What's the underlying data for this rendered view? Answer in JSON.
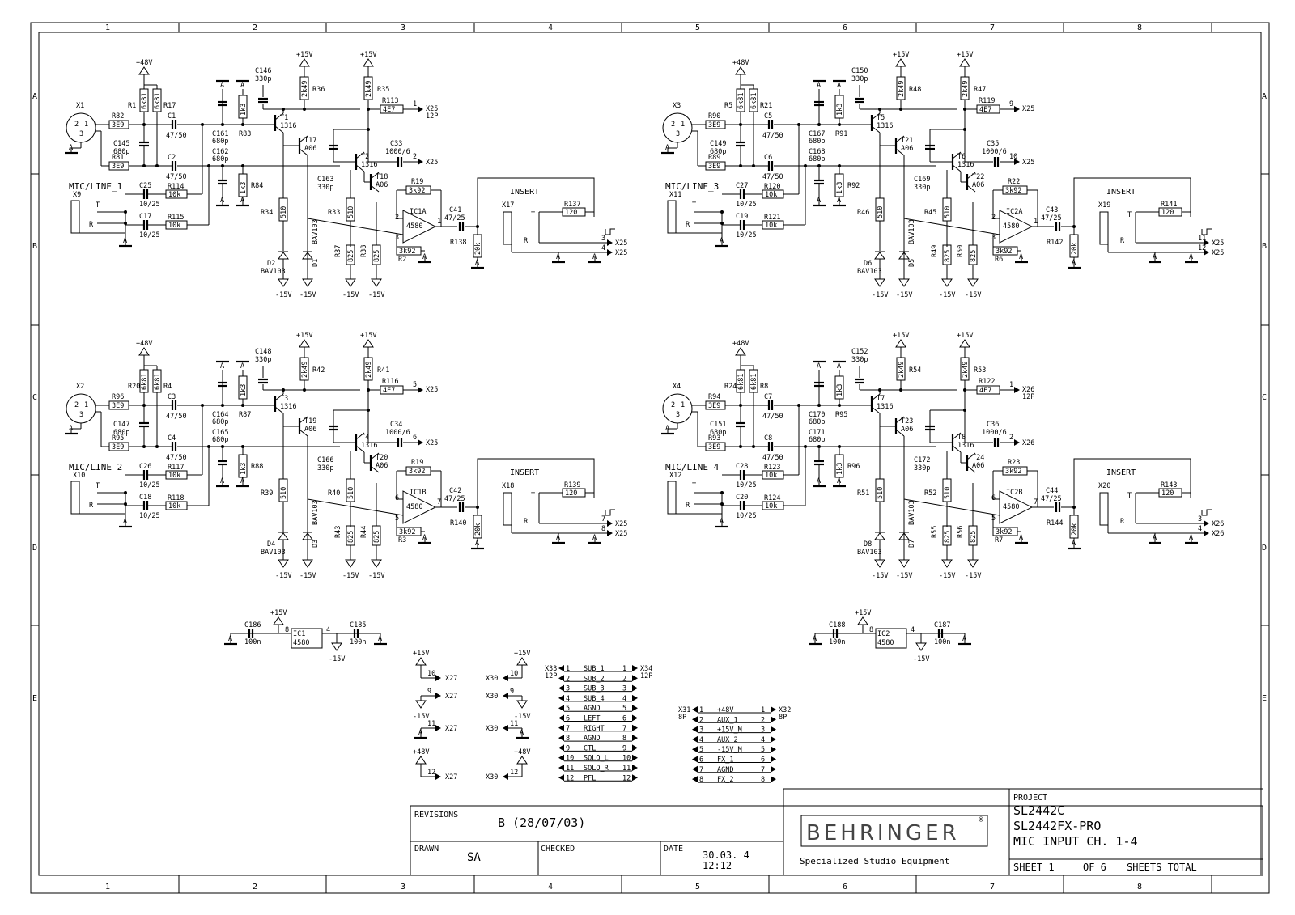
{
  "frame": {
    "cols": [
      "1",
      "2",
      "3",
      "4",
      "5",
      "6",
      "7",
      "8"
    ],
    "rows": [
      "A",
      "B",
      "C",
      "D",
      "E"
    ]
  },
  "channels": [
    {
      "label": "MIC/LINE_1",
      "xlr": "X1",
      "jack": "X9",
      "ins_jack": "X17",
      "out_con": "X25",
      "out_pin": "1",
      "out_pins": "12P",
      "gain_pin": "2",
      "ins_pins": [
        "3",
        "4"
      ],
      "ins_con": "X25",
      "opamp": "IC1A",
      "opamp_pins": [
        "2",
        "3",
        "1"
      ],
      "parts": {
        "ra": "R1",
        "rb": "R17",
        "rin1": "R82",
        "rin2": "R81",
        "cin1": "C1",
        "cin2": "C2",
        "cpad1": "C145",
        "cpad2": "C25",
        "cpad3": "C17",
        "rpad1": "R114",
        "rpad2": "R115",
        "c3": "C161",
        "c4": "C162",
        "cb": "C146",
        "rc": "R83",
        "rd": "R84",
        "re": "R36",
        "rf": "R35",
        "rg": "R113",
        "rh": "R34",
        "ri": "R33",
        "t1": "T1",
        "t2": "T2",
        "t3": "T17",
        "t4": "T18",
        "cc": "C33",
        "cd": "C163",
        "rfb": "R19",
        "rfb2": "R2",
        "cout": "C41",
        "rload": "R138",
        "rins": "R137",
        "d1": "D2",
        "d2": "D1",
        "rr1": "R37",
        "rr2": "R38"
      }
    },
    {
      "label": "MIC/LINE_3",
      "xlr": "X3",
      "jack": "X11",
      "ins_jack": "X19",
      "out_con": "X25",
      "out_pin": "9",
      "out_pins": "",
      "gain_pin": "10",
      "ins_pins": [
        "11",
        "12"
      ],
      "ins_con": "X25",
      "opamp": "IC2A",
      "opamp_pins": [
        "2",
        "3",
        "1"
      ],
      "parts": {
        "ra": "R5",
        "rb": "R21",
        "rin1": "R90",
        "rin2": "R89",
        "cin1": "C5",
        "cin2": "C6",
        "cpad1": "C149",
        "cpad2": "C27",
        "cpad3": "C19",
        "rpad1": "R120",
        "rpad2": "R121",
        "c3": "C167",
        "c4": "C168",
        "cb": "C150",
        "rc": "R91",
        "rd": "R92",
        "re": "R48",
        "rf": "R47",
        "rg": "R119",
        "rh": "R46",
        "ri": "R45",
        "t1": "T5",
        "t2": "T6",
        "t3": "T21",
        "t4": "T22",
        "cc": "C35",
        "cd": "C169",
        "rfb": "R22",
        "rfb2": "R6",
        "cout": "C43",
        "rload": "R142",
        "rins": "R141",
        "d1": "D6",
        "d2": "D5",
        "rr1": "R49",
        "rr2": "R50"
      }
    },
    {
      "label": "MIC/LINE_2",
      "xlr": "X2",
      "jack": "X10",
      "ins_jack": "X18",
      "out_con": "X25",
      "out_pin": "5",
      "out_pins": "",
      "gain_pin": "6",
      "ins_pins": [
        "7",
        "8"
      ],
      "ins_con": "X25",
      "opamp": "IC1B",
      "opamp_pins": [
        "6",
        "5",
        "7"
      ],
      "parts": {
        "ra": "R20",
        "rb": "R4",
        "rin1": "R96",
        "rin2": "R95",
        "cin1": "C3",
        "cin2": "C4",
        "cpad1": "C147",
        "cpad2": "C26",
        "cpad3": "C18",
        "rpad1": "R117",
        "rpad2": "R118",
        "c3": "C164",
        "c4": "C165",
        "cb": "C148",
        "rc": "R87",
        "rd": "R88",
        "re": "R42",
        "rf": "R41",
        "rg": "R116",
        "rh": "R39",
        "ri": "R40",
        "t1": "T3",
        "t2": "T4",
        "t3": "T19",
        "t4": "T20",
        "cc": "C34",
        "cd": "C166",
        "rfb": "R19",
        "rfb2": "R3",
        "cout": "C42",
        "rload": "R140",
        "rins": "R139",
        "d1": "D4",
        "d2": "D3",
        "rr1": "R43",
        "rr2": "R44"
      }
    },
    {
      "label": "MIC/LINE_4",
      "xlr": "X4",
      "jack": "X12",
      "ins_jack": "X20",
      "out_con": "X26",
      "out_pin": "1",
      "out_pins": "12P",
      "gain_pin": "2",
      "ins_pins": [
        "3",
        "4"
      ],
      "ins_con": "X26",
      "opamp": "IC2B",
      "opamp_pins": [
        "6",
        "5",
        "7"
      ],
      "parts": {
        "ra": "R24",
        "rb": "R8",
        "rin1": "R94",
        "rin2": "R93",
        "cin1": "C7",
        "cin2": "C8",
        "cpad1": "C151",
        "cpad2": "C28",
        "cpad3": "C20",
        "rpad1": "R123",
        "rpad2": "R124",
        "c3": "C170",
        "c4": "C171",
        "cb": "C152",
        "rc": "R95",
        "rd": "R96",
        "re": "R54",
        "rf": "R53",
        "rg": "R122",
        "rh": "R51",
        "ri": "R52",
        "t1": "T7",
        "t2": "T8",
        "t3": "T23",
        "t4": "T24",
        "cc": "C36",
        "cd": "C172",
        "rfb": "R23",
        "rfb2": "R7",
        "cout": "C44",
        "rload": "R144",
        "rins": "R143",
        "d1": "D8",
        "d2": "D7",
        "rr1": "R55",
        "rr2": "R56"
      }
    }
  ],
  "values": {
    "v48": "+48V",
    "vp15": "+15V",
    "vm15": "-15V",
    "r681": "6k81",
    "r3e9": "3E9",
    "c4750": "47/50",
    "c680": "680p",
    "c1025": "10/25",
    "r10k": "10k",
    "c330": "330p",
    "r1k3": "1k3",
    "r2k49": "2k49",
    "r4e7": "4E7",
    "t1316": "1316",
    "ta06": "A06",
    "c1000": "1000/6",
    "r510": "510",
    "r825": "825",
    "bav": "BAV103",
    "r3k92": "3k92",
    "c4725": "47/25",
    "r20k": "20k",
    "r120": "120",
    "opamp": "4580",
    "insert": "INSERT",
    "agnd": "A",
    "tip": "T",
    "ring": "R",
    "pin2": "2",
    "pin3": "3",
    "pin1": "1",
    "pin8": "8",
    "pin4": "4",
    "c100n": "100n"
  },
  "supply": [
    {
      "ic": "IC1",
      "c_left": "C186",
      "c_right": "C185"
    },
    {
      "ic": "IC2",
      "c_left": "C188",
      "c_right": "C187"
    }
  ],
  "x27": {
    "left": [
      {
        "pin": "10",
        "con": "X27",
        "rail": "+15V"
      },
      {
        "pin": "9",
        "con": "X27",
        "rail": "-15V"
      },
      {
        "pin": "11",
        "con": "X27",
        "rail": "A"
      },
      {
        "pin": "12",
        "con": "X27",
        "rail": "+48V"
      }
    ],
    "right": [
      {
        "pin": "10",
        "con": "X30",
        "rail": "+15V"
      },
      {
        "pin": "9",
        "con": "X30",
        "rail": "-15V"
      },
      {
        "pin": "11",
        "con": "X30",
        "rail": "A"
      },
      {
        "pin": "12",
        "con": "X30",
        "rail": "+48V"
      }
    ]
  },
  "bus1": {
    "left": "X33",
    "left_pins": "12P",
    "right": "X34",
    "right_pins": "12P",
    "rows": [
      {
        "n": "1",
        "s": "SUB_1"
      },
      {
        "n": "2",
        "s": "SUB_2"
      },
      {
        "n": "3",
        "s": "SUB_3"
      },
      {
        "n": "4",
        "s": "SUB_4"
      },
      {
        "n": "5",
        "s": "AGND"
      },
      {
        "n": "6",
        "s": "LEFT"
      },
      {
        "n": "7",
        "s": "RIGHT"
      },
      {
        "n": "8",
        "s": "AGND"
      },
      {
        "n": "9",
        "s": "CTL"
      },
      {
        "n": "10",
        "s": "SOLO_L"
      },
      {
        "n": "11",
        "s": "SOLO_R"
      },
      {
        "n": "12",
        "s": "PFL"
      }
    ]
  },
  "bus2": {
    "left": "X31",
    "left_pins": "8P",
    "right": "X32",
    "right_pins": "8P",
    "rows": [
      {
        "n": "1",
        "s": "+48V"
      },
      {
        "n": "2",
        "s": "AUX_1"
      },
      {
        "n": "3",
        "s": "+15V_M"
      },
      {
        "n": "4",
        "s": "AUX_2"
      },
      {
        "n": "5",
        "s": "-15V_M"
      },
      {
        "n": "6",
        "s": "FX_1"
      },
      {
        "n": "7",
        "s": "AGND"
      },
      {
        "n": "8",
        "s": "FX_2"
      }
    ]
  },
  "titleblock": {
    "revisions_label": "REVISIONS",
    "revision": "B (28/07/03)",
    "drawn_label": "DRAWN",
    "drawn": "SA",
    "checked_label": "CHECKED",
    "date_label": "DATE",
    "date": "30.03. 4",
    "time": "12:12",
    "brand": "BEHRINGER",
    "reg": "®",
    "tagline": "Specialized Studio Equipment",
    "project_label": "PROJECT",
    "project": [
      "SL2442C",
      "SL2442FX-PRO",
      "MIC INPUT CH. 1-4"
    ],
    "sheet": "SHEET 1",
    "of": "OF 6",
    "total": "SHEETS TOTAL"
  }
}
